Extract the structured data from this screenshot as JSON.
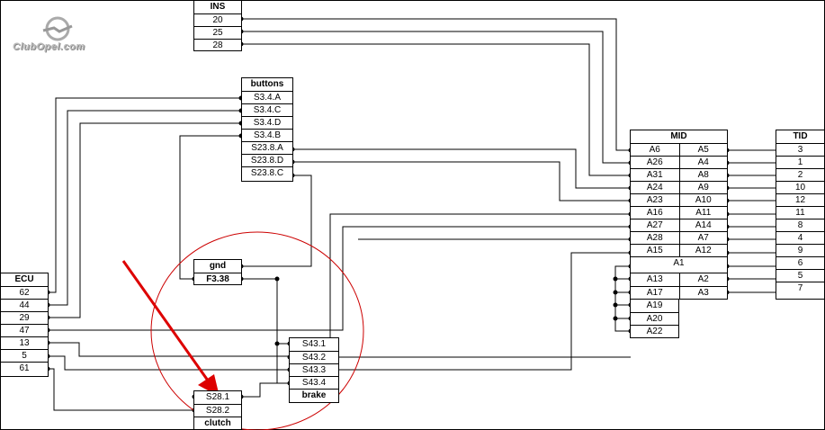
{
  "logo": {
    "text": "ClubOpel.com"
  },
  "colors": {
    "wire": "#000000",
    "highlight": "#cc0000"
  },
  "blocks": {
    "ins": {
      "title": "INS",
      "pins": [
        "20",
        "25",
        "28"
      ]
    },
    "buttons": {
      "title": "buttons",
      "pins": [
        "S3.4.A",
        "S3.4.C",
        "S3.4.D",
        "S3.4.B",
        "S23.8.A",
        "S23.8.D",
        "S23.8.C"
      ]
    },
    "gnd": {
      "title": "gnd",
      "pin": "F3.38"
    },
    "ecu": {
      "title": "ECU",
      "pins": [
        "62",
        "44",
        "29",
        "47",
        "13",
        "5",
        "61"
      ]
    },
    "brake": {
      "pins": [
        "S43.1",
        "S43.2",
        "S43.3",
        "S43.4"
      ],
      "title": "brake"
    },
    "clutch": {
      "pins": [
        "S28.1",
        "S28.2"
      ],
      "title": "clutch"
    },
    "mid": {
      "title": "MID",
      "left_pins": [
        "A6",
        "A26",
        "A31",
        "A24",
        "A23",
        "A16",
        "A27",
        "A28",
        "A15"
      ],
      "right_pins": [
        "A5",
        "A4",
        "A8",
        "A9",
        "A10",
        "A11",
        "A14",
        "A7",
        "A12"
      ],
      "full_pin": "A1",
      "lower_left": [
        "A13",
        "A17",
        "A19",
        "A20",
        "A22"
      ],
      "lower_right": [
        "A2",
        "A3"
      ]
    },
    "tid": {
      "title": "TID",
      "pins": [
        "3",
        "1",
        "2",
        "10",
        "12",
        "11",
        "8",
        "4",
        "9",
        "6",
        "5",
        "7"
      ]
    }
  }
}
